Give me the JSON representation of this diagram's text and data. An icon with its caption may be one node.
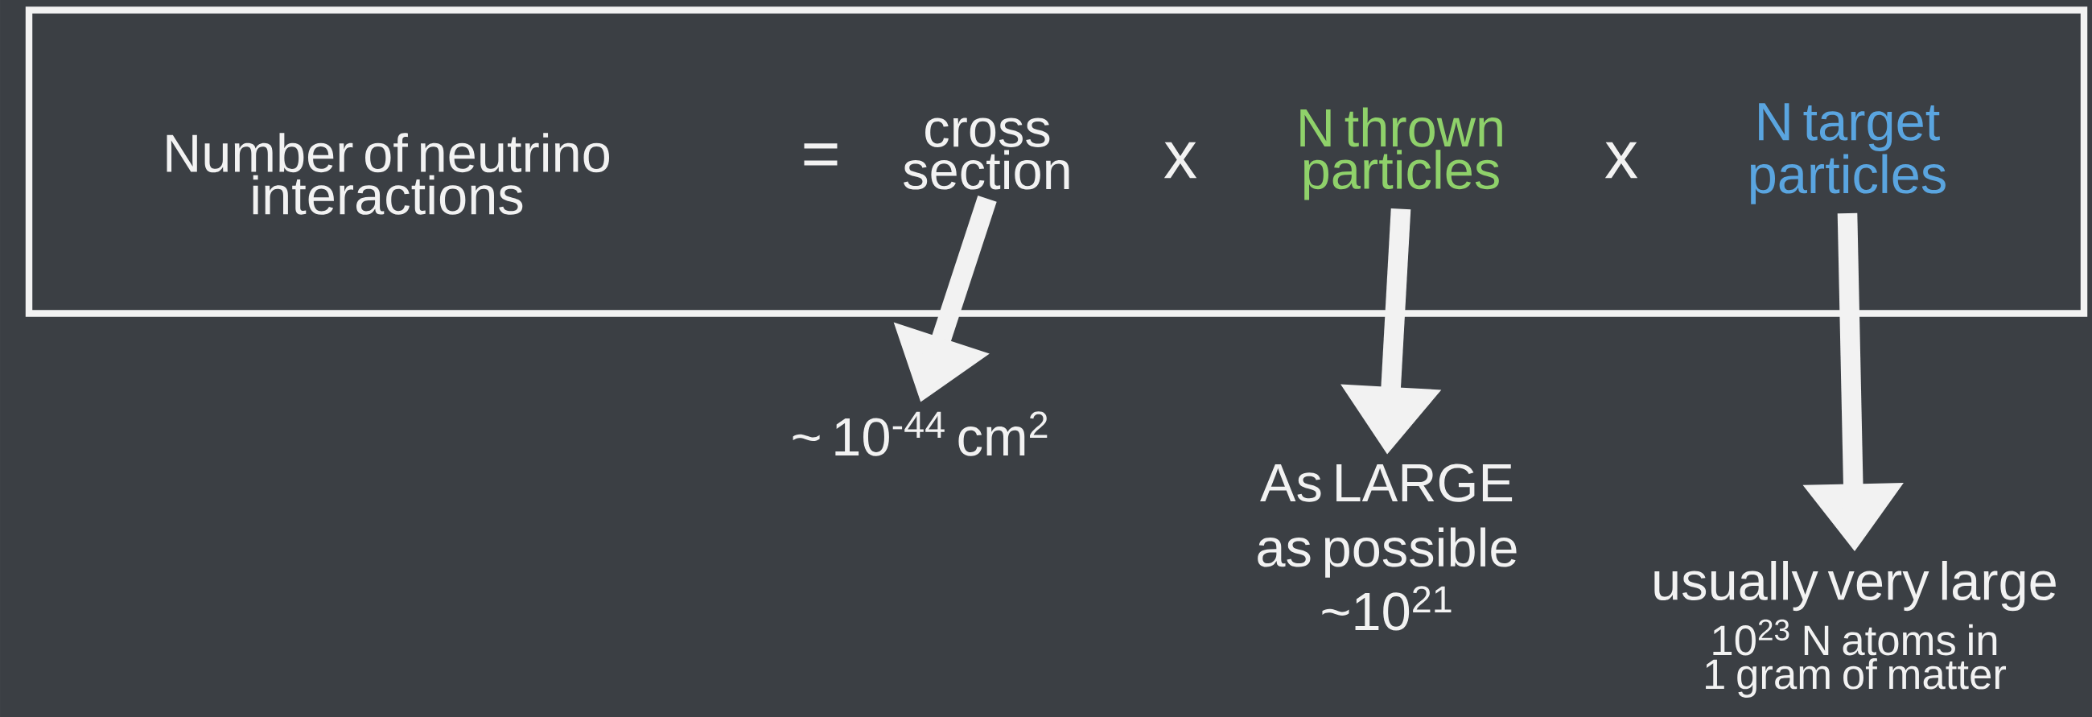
{
  "diagram": {
    "nodes": [
      {
        "text": [],
        "shape": "box"
      },
      {
        "text": [
          "Number of neutrino interactions"
        ],
        "in": 0
      },
      {
        "text": [
          "cross section"
        ],
        "in": 0
      },
      {
        "text": [
          "N thrown particles"
        ],
        "in": 0
      },
      {
        "text": [
          "N target particles"
        ],
        "in": 0
      },
      {
        "text": [
          "~ 10$^{-44}$ cm$^{2}$"
        ]
      },
      {
        "text": [
          "As LARGE as possible",
          "~10$^{21}$"
        ]
      },
      {
        "text": [
          "usually very large",
          "10$^{23}$ N atoms in 1 gram of matter"
        ]
      }
    ],
    "edges": [
      {
        "from": 2,
        "to": 5,
        "arrow": "to"
      },
      {
        "from": 3,
        "to": 6,
        "arrow": "to"
      },
      {
        "from": 4,
        "to": 7,
        "arrow": "to"
      }
    ],
    "labels": [
      "=",
      "x",
      "x"
    ]
  }
}
